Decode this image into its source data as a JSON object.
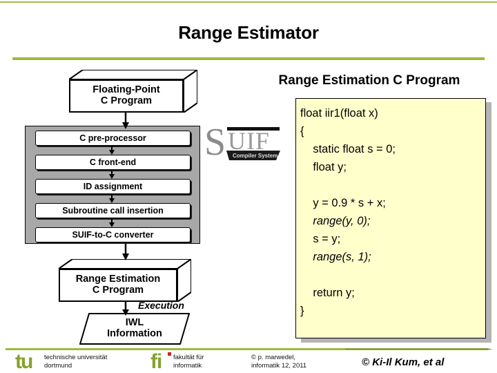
{
  "slide": {
    "title": "Range Estimator",
    "accent_color": "#9bbb3c",
    "panel_gray": "#a8a8a8",
    "code_bg": "#ffffcc"
  },
  "flow": {
    "input_box": {
      "line1": "Floating-Point",
      "line2": "C Program"
    },
    "stages": [
      {
        "label": "C pre-processor"
      },
      {
        "label": "C front-end"
      },
      {
        "label": "ID assignment"
      },
      {
        "label": "Subroutine call insertion"
      },
      {
        "label": "SUIF-to-C converter"
      }
    ],
    "output_box": {
      "line1": "Range Estimation",
      "line2": "C Program"
    },
    "execution_label": "Execution",
    "iwl": {
      "line1": "IWL",
      "line2": "Information"
    },
    "logo": {
      "letter": "S",
      "word": "UIF",
      "tagline": "Compiler System"
    }
  },
  "code": {
    "heading": "Range Estimation C Program",
    "lines": [
      {
        "text": "float iir1(float x)",
        "italic": false
      },
      {
        "text": "{",
        "italic": false
      },
      {
        "text": "    static float s = 0;",
        "italic": false
      },
      {
        "text": "    float y;",
        "italic": false
      },
      {
        "text": "",
        "italic": false
      },
      {
        "text": "    y = 0.9 * s + x;",
        "italic": false
      },
      {
        "text": "    range(y, 0);",
        "italic": true
      },
      {
        "text": "    s = y;",
        "italic": false
      },
      {
        "text": "    range(s, 1);",
        "italic": true
      },
      {
        "text": "",
        "italic": false
      },
      {
        "text": "    return y;",
        "italic": false
      },
      {
        "text": "}",
        "italic": false
      }
    ]
  },
  "footer": {
    "tu_mark": "tu",
    "tu_line1": "technische universität",
    "tu_line2": "dortmund",
    "fi_mark": "fi",
    "fi_line1": "fakultät für",
    "fi_line2": "informatik",
    "copyright_line1": "© p. marwedel,",
    "copyright_line2": "informatik 12,  2011",
    "credit": "© Ki-Il Kum, et al"
  }
}
